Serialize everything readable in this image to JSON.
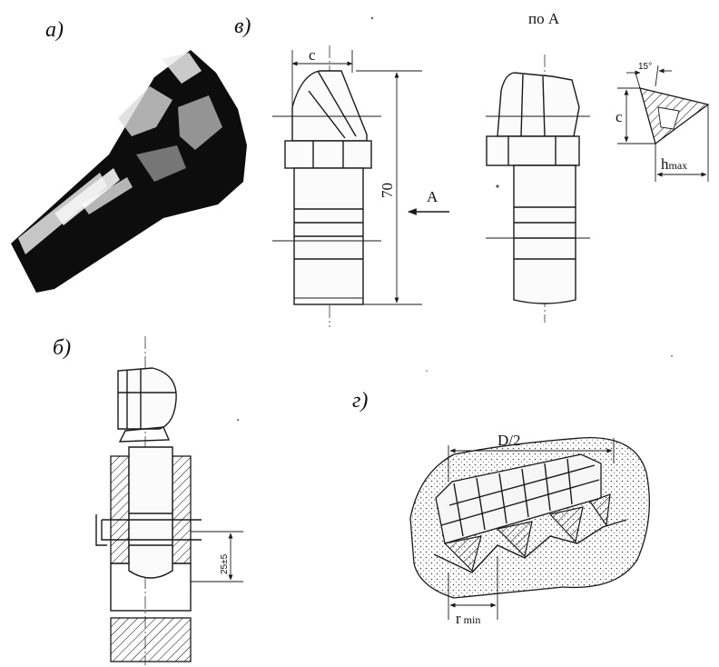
{
  "labels": {
    "a": "а)",
    "b": "б)",
    "v": "в)",
    "g": "г)"
  },
  "view_a": {
    "title": "по А",
    "dim_c": "c",
    "dim_70": "70",
    "arrow_label": "А",
    "angle": "15°",
    "h_label": "h",
    "h_sub": "max"
  },
  "view_b": {
    "dim": "25±5"
  },
  "view_g": {
    "d_half": "D/2",
    "r_label": "r",
    "r_sub": "min"
  },
  "colors": {
    "ink": "#1a1a1a",
    "paper": "#ffffff",
    "photo_dark": "#0d0d0d"
  }
}
